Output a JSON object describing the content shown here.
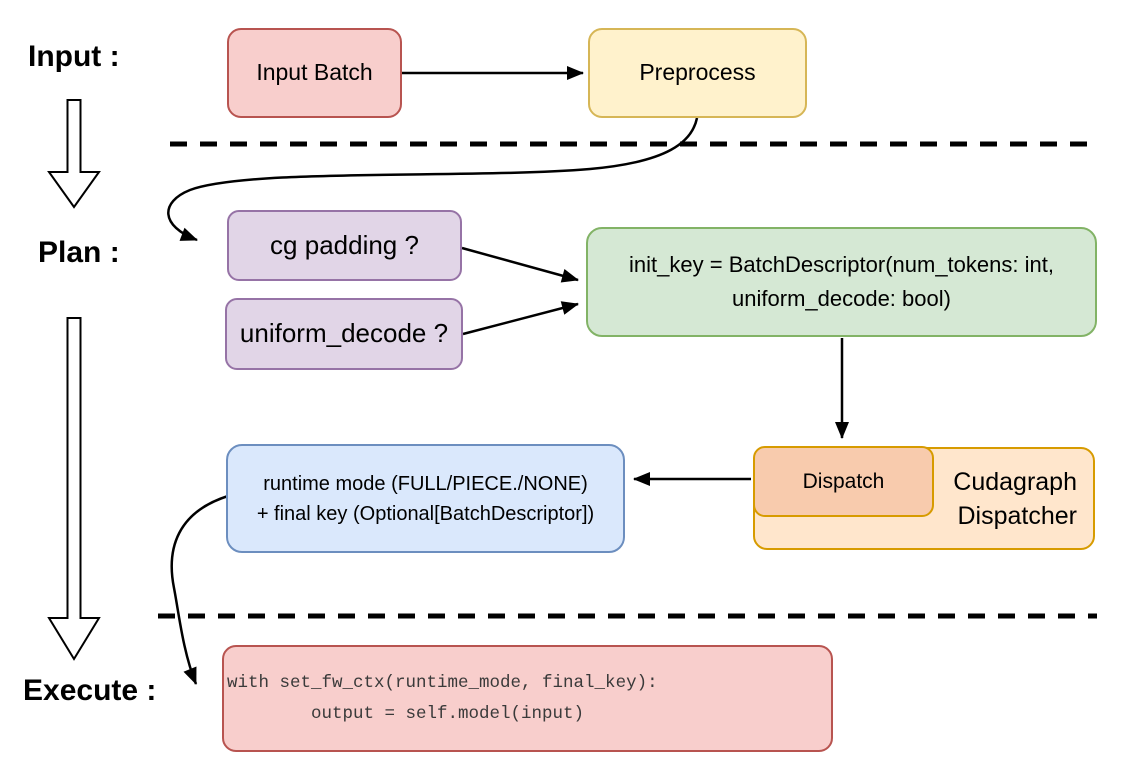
{
  "labels": {
    "input": "Input :",
    "plan": "Plan :",
    "execute": "Execute :"
  },
  "nodes": {
    "input_batch": {
      "label": "Input Batch",
      "fill": "#f8cecc",
      "stroke": "#b85450"
    },
    "preprocess": {
      "label": "Preprocess",
      "fill": "#fff2cc",
      "stroke": "#d6b656"
    },
    "cg_padding": {
      "label": "cg padding ?",
      "fill": "#e1d5e7",
      "stroke": "#9673a6"
    },
    "uniform_decode": {
      "label": "uniform_decode ?",
      "fill": "#e1d5e7",
      "stroke": "#9673a6"
    },
    "init_key": {
      "line1": "init_key = BatchDescriptor(num_tokens: int,",
      "line2": "uniform_decode: bool)",
      "fill": "#d5e8d4",
      "stroke": "#82b366"
    },
    "runtime_mode": {
      "line1": "runtime mode (FULL/PIECE./NONE)",
      "line2": "+ final key (Optional[BatchDescriptor])",
      "fill": "#dae8fc",
      "stroke": "#6c8ebf"
    },
    "dispatch": {
      "label": "Dispatch",
      "fill": "#f8cbad",
      "stroke": "#d79b00"
    },
    "cudagraph_dispatcher": {
      "line1": "Cudagraph",
      "line2": "Dispatcher",
      "fill": "#ffe6cc",
      "stroke": "#d79b00"
    },
    "execute_code": {
      "line1": "with set_fw_ctx(runtime_mode, final_key):",
      "line2": "        output = self.model(input)",
      "fill": "#f8cecc",
      "stroke": "#b85450"
    }
  },
  "connector_color": "#000000"
}
